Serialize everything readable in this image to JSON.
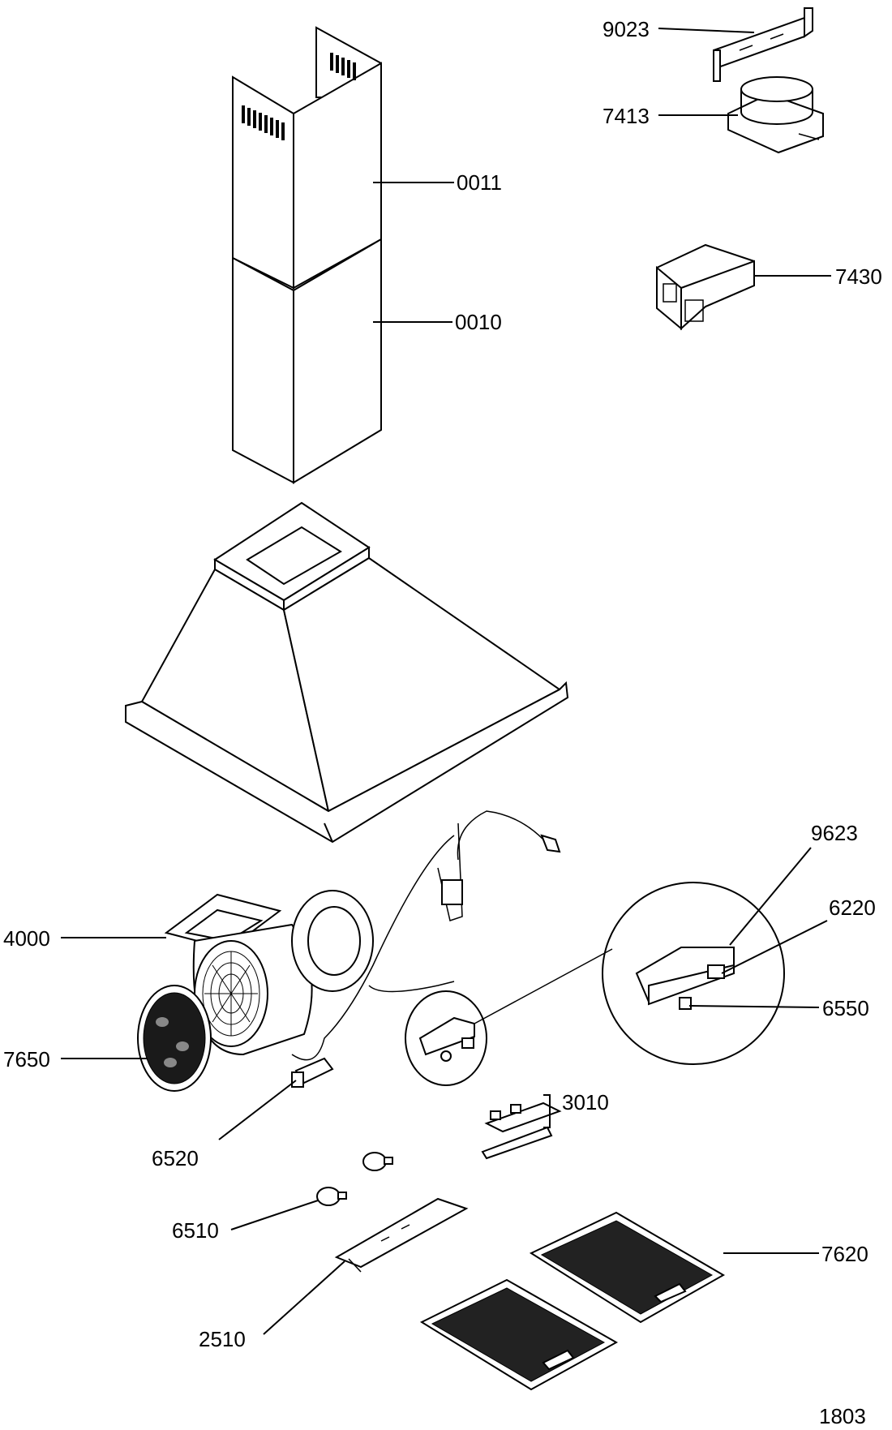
{
  "diagram": {
    "drawing_number": "1803",
    "parts": [
      {
        "id": "9023",
        "label": "9023"
      },
      {
        "id": "7413",
        "label": "7413"
      },
      {
        "id": "0011",
        "label": "0011"
      },
      {
        "id": "7430",
        "label": "7430"
      },
      {
        "id": "0010",
        "label": "0010"
      },
      {
        "id": "9623",
        "label": "9623"
      },
      {
        "id": "4000",
        "label": "4000"
      },
      {
        "id": "6220",
        "label": "6220"
      },
      {
        "id": "6550",
        "label": "6550"
      },
      {
        "id": "7650",
        "label": "7650"
      },
      {
        "id": "3010",
        "label": "3010"
      },
      {
        "id": "6520",
        "label": "6520"
      },
      {
        "id": "6510",
        "label": "6510"
      },
      {
        "id": "7620",
        "label": "7620"
      },
      {
        "id": "2510",
        "label": "2510"
      }
    ]
  }
}
